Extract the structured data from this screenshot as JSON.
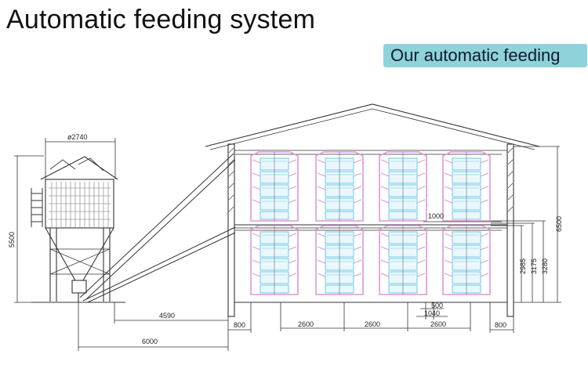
{
  "title": "Automatic feeding system",
  "badge": "Our automatic feeding",
  "colors": {
    "badge_bg": "#8fd3da",
    "cage_frame": "#d89ad3",
    "cage_tier": "#6fc9e6",
    "line": "#333333"
  },
  "dimensions": {
    "silo_diameter": "ø2740",
    "silo_height": "5500",
    "silo_to_house": "4590",
    "silo_to_wall": "6000",
    "wall_left": "800",
    "wall_right": "800",
    "cage_pitch": [
      "2600",
      "2600",
      "2600"
    ],
    "dim_500": "500",
    "dim_1040": "1040",
    "dim_1000": "1000",
    "height_2985": "2985",
    "height_3175": "3175",
    "height_3280": "3280",
    "height_6500": "6500"
  }
}
